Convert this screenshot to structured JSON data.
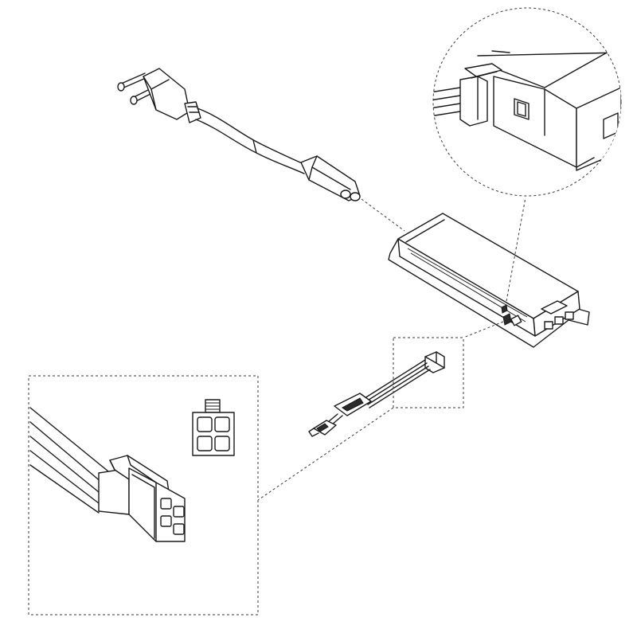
{
  "figure": {
    "type": "exploded-assembly-drawing",
    "colors": {
      "line": "#1a1a1a",
      "background": "#ffffff",
      "callout": "#3a3a3a"
    },
    "parts": [
      {
        "id": "mains-plug-cable",
        "icon": "euro-plug-with-figure-8-connector"
      },
      {
        "id": "power-supply-unit",
        "icon": "led-driver-box"
      },
      {
        "id": "output-cable",
        "icon": "4-pin-connector-cable"
      }
    ],
    "callouts": [
      {
        "id": "zoom-psu-port",
        "shape": "circle"
      },
      {
        "id": "zoom-4pin-connector",
        "shape": "rectangle"
      }
    ]
  }
}
